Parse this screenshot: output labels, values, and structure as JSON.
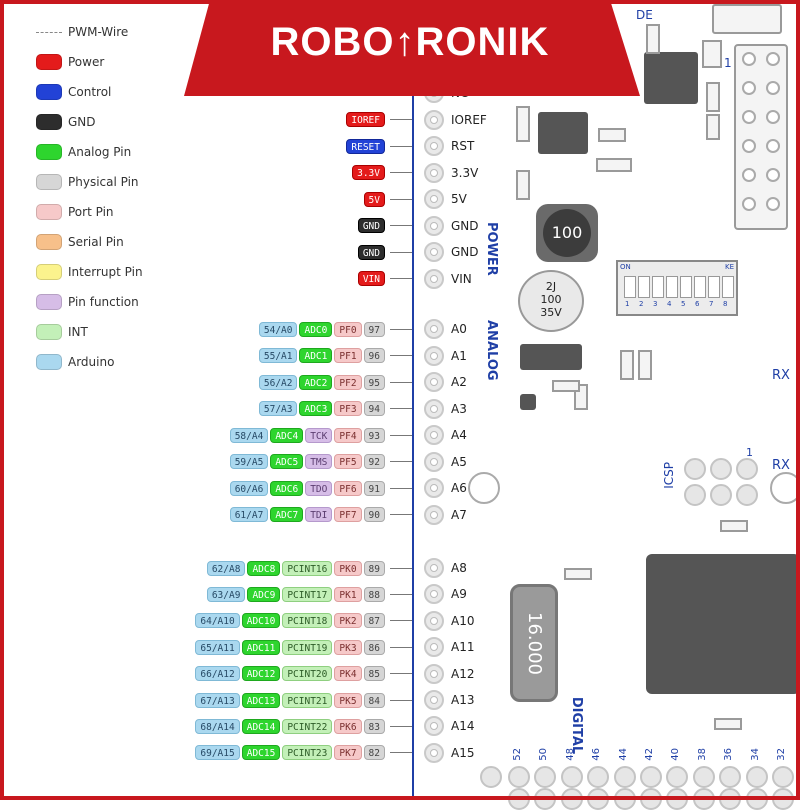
{
  "brand": {
    "name_left": "ROBO",
    "name_right": "RONIK",
    "arrow": "↑",
    "color": "#c8181e"
  },
  "legend": [
    {
      "label": "PWM-Wire",
      "kind": "dash",
      "color": "#888888"
    },
    {
      "label": "Power",
      "color": "#e41b1b"
    },
    {
      "label": "Control",
      "color": "#2242d6"
    },
    {
      "label": "GND",
      "color": "#2d2d2d"
    },
    {
      "label": "Analog Pin",
      "color": "#2ed52e"
    },
    {
      "label": "Physical Pin",
      "color": "#d6d6d6"
    },
    {
      "label": "Port Pin",
      "color": "#f6c9c9"
    },
    {
      "label": "Serial Pin",
      "color": "#f7c08a"
    },
    {
      "label": "Interrupt Pin",
      "color": "#fbf38d"
    },
    {
      "label": "Pin function",
      "color": "#d6bde7"
    },
    {
      "label": "INT",
      "color": "#c3f0b8"
    },
    {
      "label": "Arduino",
      "color": "#aad8ef"
    }
  ],
  "power_pins": [
    {
      "pin": "NC",
      "tag": "NC",
      "kind": "nc"
    },
    {
      "pin": "IOREF",
      "tag": "IOREF",
      "kind": "power"
    },
    {
      "pin": "RST",
      "tag": "RESET",
      "kind": "control"
    },
    {
      "pin": "3.3V",
      "tag": "3.3V",
      "kind": "power"
    },
    {
      "pin": "5V",
      "tag": "5V",
      "kind": "power"
    },
    {
      "pin": "GND",
      "tag": "GND",
      "kind": "gnd"
    },
    {
      "pin": "GND",
      "tag": "GND",
      "kind": "gnd"
    },
    {
      "pin": "VIN",
      "tag": "VIN",
      "kind": "power"
    }
  ],
  "analog_pins": [
    {
      "pin": "A0",
      "arduino": "54/A0",
      "adc": "ADC0",
      "func": "",
      "int": "",
      "port": "PF0",
      "phys": "97"
    },
    {
      "pin": "A1",
      "arduino": "55/A1",
      "adc": "ADC1",
      "func": "",
      "int": "",
      "port": "PF1",
      "phys": "96"
    },
    {
      "pin": "A2",
      "arduino": "56/A2",
      "adc": "ADC2",
      "func": "",
      "int": "",
      "port": "PF2",
      "phys": "95"
    },
    {
      "pin": "A3",
      "arduino": "57/A3",
      "adc": "ADC3",
      "func": "",
      "int": "",
      "port": "PF3",
      "phys": "94"
    },
    {
      "pin": "A4",
      "arduino": "58/A4",
      "adc": "ADC4",
      "func": "TCK",
      "int": "",
      "port": "PF4",
      "phys": "93"
    },
    {
      "pin": "A5",
      "arduino": "59/A5",
      "adc": "ADC5",
      "func": "TMS",
      "int": "",
      "port": "PF5",
      "phys": "92"
    },
    {
      "pin": "A6",
      "arduino": "60/A6",
      "adc": "ADC6",
      "func": "TDO",
      "int": "",
      "port": "PF6",
      "phys": "91"
    },
    {
      "pin": "A7",
      "arduino": "61/A7",
      "adc": "ADC7",
      "func": "TDI",
      "int": "",
      "port": "PF7",
      "phys": "90"
    },
    {
      "pin": "A8",
      "arduino": "62/A8",
      "adc": "ADC8",
      "func": "",
      "int": "PCINT16",
      "port": "PK0",
      "phys": "89"
    },
    {
      "pin": "A9",
      "arduino": "63/A9",
      "adc": "ADC9",
      "func": "",
      "int": "PCINT17",
      "port": "PK1",
      "phys": "88"
    },
    {
      "pin": "A10",
      "arduino": "64/A10",
      "adc": "ADC10",
      "func": "",
      "int": "PCINT18",
      "port": "PK2",
      "phys": "87"
    },
    {
      "pin": "A11",
      "arduino": "65/A11",
      "adc": "ADC11",
      "func": "",
      "int": "PCINT19",
      "port": "PK3",
      "phys": "86"
    },
    {
      "pin": "A12",
      "arduino": "66/A12",
      "adc": "ADC12",
      "func": "",
      "int": "PCINT20",
      "port": "PK4",
      "phys": "85"
    },
    {
      "pin": "A13",
      "arduino": "67/A13",
      "adc": "ADC13",
      "func": "",
      "int": "PCINT21",
      "port": "PK5",
      "phys": "84"
    },
    {
      "pin": "A14",
      "arduino": "68/A14",
      "adc": "ADC14",
      "func": "",
      "int": "PCINT22",
      "port": "PK6",
      "phys": "83"
    },
    {
      "pin": "A15",
      "arduino": "69/A15",
      "adc": "ADC15",
      "func": "",
      "int": "PCINT23",
      "port": "PK7",
      "phys": "82"
    }
  ],
  "board": {
    "power_label": "POWER",
    "analog_label": "ANALOG",
    "digital_label": "DIGITAL",
    "icsp_label": "ICSP",
    "rx_label": "RX",
    "crystal_label": "16.000",
    "inductor_label": "100",
    "cap_line1": "2J",
    "cap_line2": "100",
    "cap_line3": "35V",
    "dip_left": "ON",
    "dip_right": "KE",
    "dip_numbers": [
      "1",
      "2",
      "3",
      "4",
      "5",
      "6",
      "7",
      "8"
    ],
    "icsp_pin1": "1",
    "header_pin1": "1",
    "top_fragment": "DE",
    "digital_numbers": [
      "52",
      "50",
      "48",
      "46",
      "44",
      "42",
      "40",
      "38",
      "36",
      "34",
      "32"
    ]
  }
}
